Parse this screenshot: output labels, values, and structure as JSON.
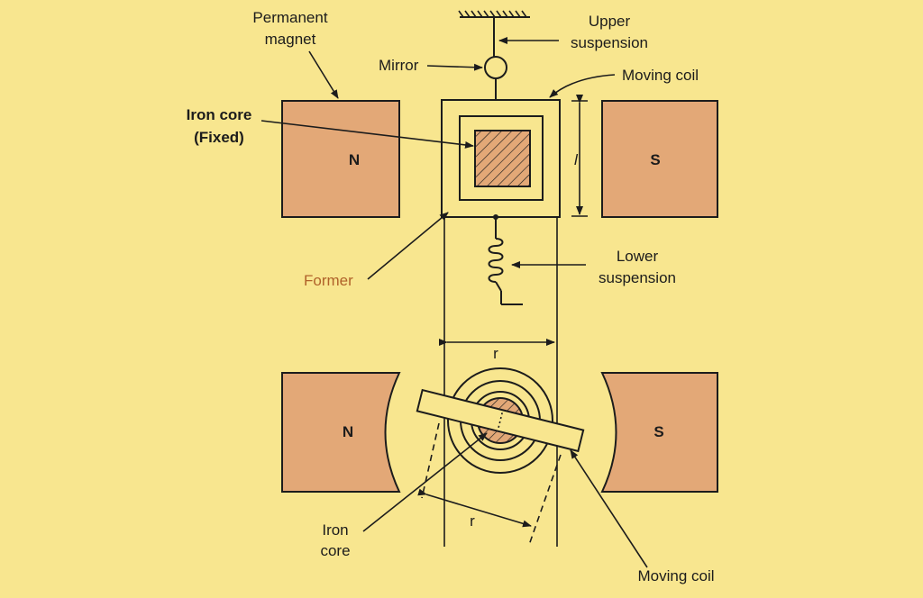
{
  "labels": {
    "permanent_magnet_line1": "Permanent",
    "permanent_magnet_line2": "magnet",
    "upper_suspension_line1": "Upper",
    "upper_suspension_line2": "suspension",
    "mirror": "Mirror",
    "moving_coil_top": "Moving coil",
    "iron_core_fixed_line1": "Iron core",
    "iron_core_fixed_line2": "(Fixed)",
    "pole_n_top": "N",
    "pole_s_top": "S",
    "length_symbol": "l",
    "lower_suspension_line1": "Lower",
    "lower_suspension_line2": "suspension",
    "former": "Former",
    "r_top": "r",
    "pole_n_bottom": "N",
    "pole_s_bottom": "S",
    "r_bottom": "r",
    "iron_core_bottom_line1": "Iron",
    "iron_core_bottom_line2": "core",
    "moving_coil_bottom": "Moving coil"
  },
  "colors": {
    "background": "#f8e68f",
    "magnet": "#e3a877",
    "former_label": "#b0622a",
    "ink": "#1c1c1c"
  }
}
